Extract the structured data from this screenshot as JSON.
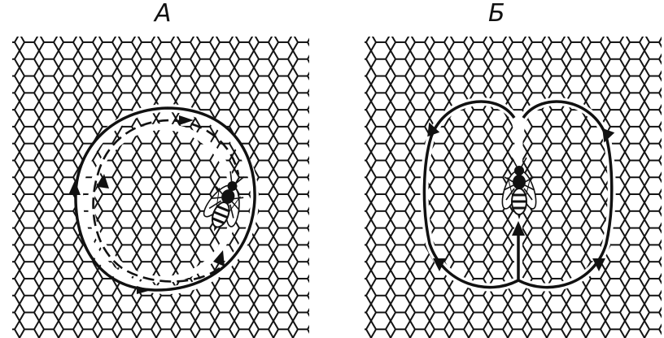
{
  "panels": [
    {
      "label": "А",
      "dance": "round"
    },
    {
      "label": "Б",
      "dance": "waggle"
    }
  ],
  "colors": {
    "ink": "#111111",
    "paper": "#ffffff"
  },
  "icons": [
    "bee-icon",
    "honeycomb-pattern",
    "arrowhead-icon"
  ]
}
